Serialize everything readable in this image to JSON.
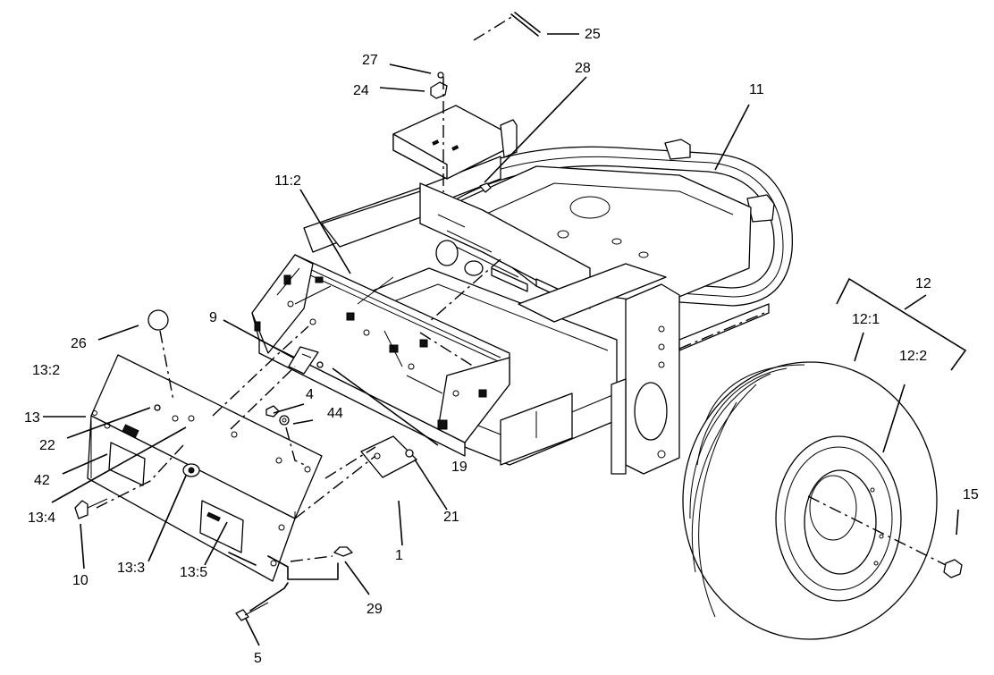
{
  "diagram": {
    "callouts": {
      "c1": "1",
      "c4": "4",
      "c5": "5",
      "c9": "9",
      "c10": "10",
      "c11": "11",
      "c11_2": "11:2",
      "c12": "12",
      "c12_1": "12:1",
      "c12_2": "12:2",
      "c13": "13",
      "c13_2": "13:2",
      "c13_3": "13:3",
      "c13_4": "13:4",
      "c13_5": "13:5",
      "c15": "15",
      "c19": "19",
      "c21": "21",
      "c22": "22",
      "c24": "24",
      "c25": "25",
      "c26": "26",
      "c27": "27",
      "c28": "28",
      "c29": "29",
      "c42": "42",
      "c44": "44"
    }
  }
}
